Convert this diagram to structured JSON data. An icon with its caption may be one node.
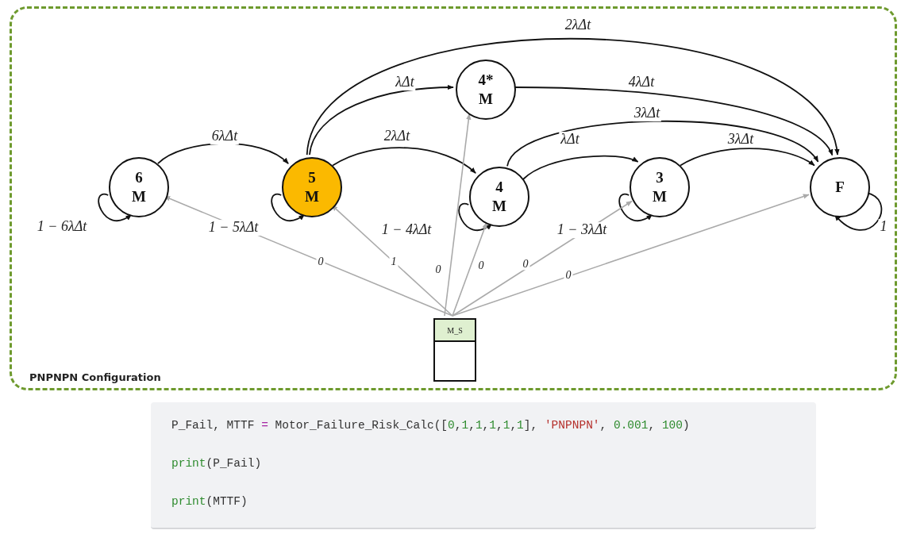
{
  "diagram": {
    "nodes": [
      {
        "text": [
          "PNPNPN Configuration"
        ]
      },
      {
        "text": [
          "6",
          "M"
        ],
        "in": 0
      },
      {
        "text": [
          "5",
          "M"
        ],
        "in": 0
      },
      {
        "text": [
          "4*",
          "M"
        ],
        "in": 0
      },
      {
        "text": [
          "4",
          "M"
        ],
        "in": 0
      },
      {
        "text": [
          "3",
          "M"
        ],
        "in": 0
      },
      {
        "text": [
          "F"
        ],
        "in": 0
      },
      {
        "text": [
          "M_S"
        ],
        "in": 0
      },
      {
        "text": [
          "P_Fail, MTTF = Motor_Failure_Risk_Calc([0,1,1,1,1,1], 'PNPNPN', 0.001, 100)",
          "print(P_Fail)",
          "print(MTTF)"
        ]
      }
    ],
    "edges": [
      {
        "from": 1,
        "to": 2,
        "arrow": "to",
        "label": "6λΔt"
      },
      {
        "from": 1,
        "to": 1,
        "arrow": "to",
        "label": "1 − 6λΔt"
      },
      {
        "from": 2,
        "to": 2,
        "arrow": "to",
        "label": "1 − 5λΔt"
      },
      {
        "from": 2,
        "to": 3,
        "arrow": "to",
        "label": "λΔt"
      },
      {
        "from": 2,
        "to": 6,
        "arrow": "to",
        "label": "2λΔt"
      },
      {
        "from": 2,
        "to": 4,
        "arrow": "to",
        "label": "2λΔt"
      },
      {
        "from": 3,
        "to": 6,
        "arrow": "to",
        "label": "4λΔt"
      },
      {
        "from": 4,
        "to": 6,
        "arrow": "to",
        "label": "3λΔt"
      },
      {
        "from": 4,
        "to": 5,
        "arrow": "to",
        "label": "λΔt"
      },
      {
        "from": 4,
        "to": 4,
        "arrow": "to",
        "label": "1 − 4λΔt"
      },
      {
        "from": 5,
        "to": 6,
        "arrow": "to",
        "label": "3λΔt"
      },
      {
        "from": 5,
        "to": 5,
        "arrow": "to",
        "label": "1 − 3λΔt"
      },
      {
        "from": 6,
        "to": 6,
        "arrow": "to",
        "label": "1"
      },
      {
        "from": 7,
        "to": 1,
        "arrow": "to",
        "label": "0",
        "color": "#aaaaaa"
      },
      {
        "from": 7,
        "to": 2,
        "arrow": "to",
        "label": "1",
        "color": "#aaaaaa"
      },
      {
        "from": 7,
        "to": 3,
        "arrow": "to",
        "label": "0",
        "color": "#aaaaaa"
      },
      {
        "from": 7,
        "to": 4,
        "arrow": "to",
        "label": "0",
        "color": "#aaaaaa"
      },
      {
        "from": 7,
        "to": 5,
        "arrow": "to",
        "label": "0",
        "color": "#aaaaaa"
      },
      {
        "from": 7,
        "to": 6,
        "arrow": "to",
        "label": "0",
        "color": "#aaaaaa"
      }
    ]
  }
}
